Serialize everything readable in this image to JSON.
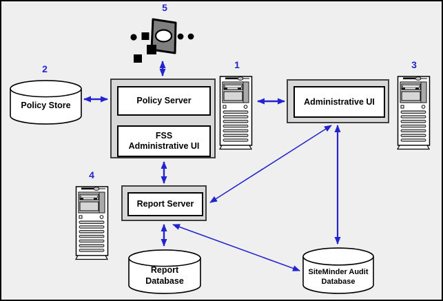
{
  "diagram": {
    "description": "SiteMinder reporting architecture diagram",
    "colors": {
      "arrow_blue": "#2323cf",
      "number_blue": "#2323cf",
      "container_fill": "#d8d8d8",
      "background": "#efefef",
      "node_fill": "#ffffff",
      "agent_gray": "#7f7f7f"
    },
    "numbers": {
      "n1": "1",
      "n2": "2",
      "n3": "3",
      "n4": "4",
      "n5": "5"
    },
    "nodes": {
      "policy_server": {
        "label": "Policy Server"
      },
      "fss_admin_ui": {
        "line1": "FSS",
        "line2": "Administrative UI"
      },
      "admin_ui": {
        "label": "Administrative UI"
      },
      "report_server": {
        "label": "Report Server"
      },
      "policy_store": {
        "label": "Policy Store"
      },
      "report_database": {
        "line1": "Report",
        "line2": "Database"
      },
      "audit_database": {
        "line1": "SiteMinder Audit",
        "line2": "Database"
      }
    },
    "icons": {
      "agent": "web-agent-icon",
      "server1": "server-tower-icon",
      "server3": "server-tower-icon",
      "server4": "server-tower-icon",
      "policy_store": "database-cylinder-icon",
      "report_database": "database-cylinder-icon",
      "audit_database": "database-cylinder-icon"
    }
  }
}
